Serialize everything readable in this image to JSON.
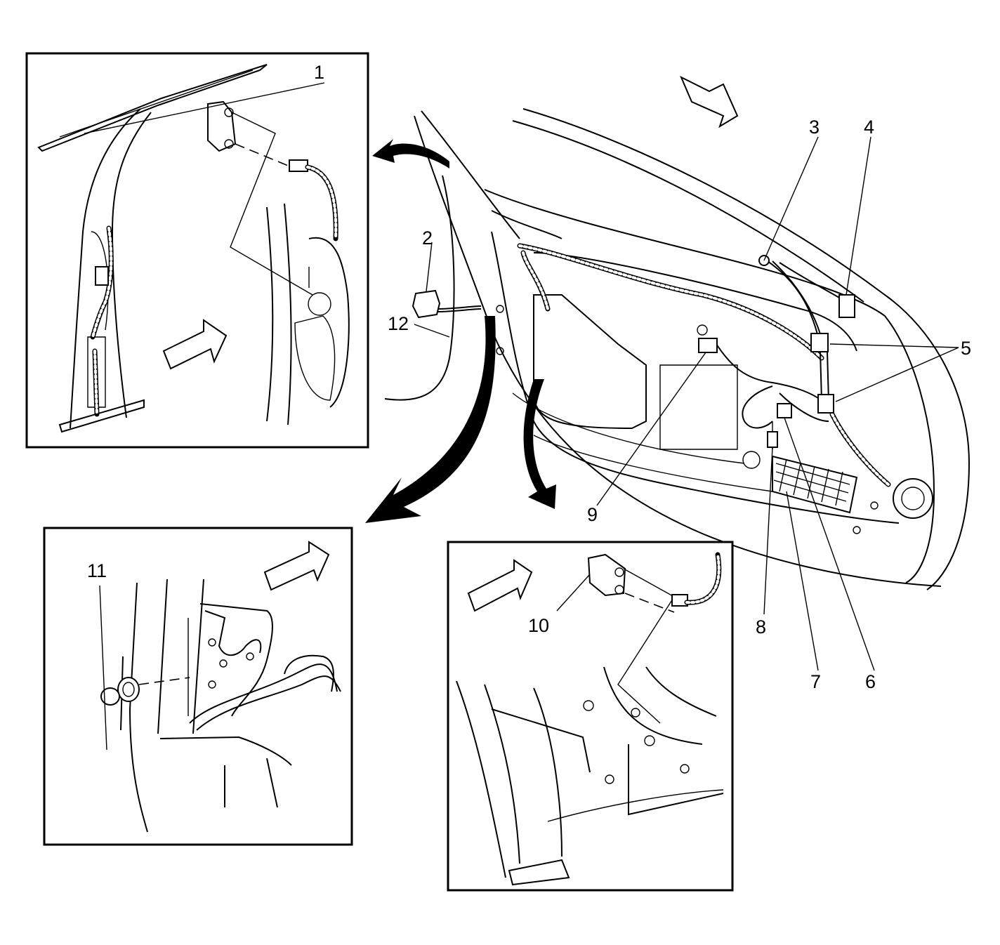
{
  "callouts": [
    {
      "id": "1",
      "label": "1"
    },
    {
      "id": "2",
      "label": "2"
    },
    {
      "id": "3",
      "label": "3"
    },
    {
      "id": "4",
      "label": "4"
    },
    {
      "id": "5",
      "label": "5"
    },
    {
      "id": "6",
      "label": "6"
    },
    {
      "id": "7",
      "label": "7"
    },
    {
      "id": "8",
      "label": "8"
    },
    {
      "id": "9",
      "label": "9"
    },
    {
      "id": "10",
      "label": "10"
    },
    {
      "id": "11",
      "label": "11"
    },
    {
      "id": "12",
      "label": "12"
    }
  ],
  "views": [
    "inset-top-left",
    "main-door",
    "inset-bottom-left",
    "inset-bottom-right"
  ],
  "colors": {
    "ink": "#000000",
    "paper": "#ffffff"
  }
}
